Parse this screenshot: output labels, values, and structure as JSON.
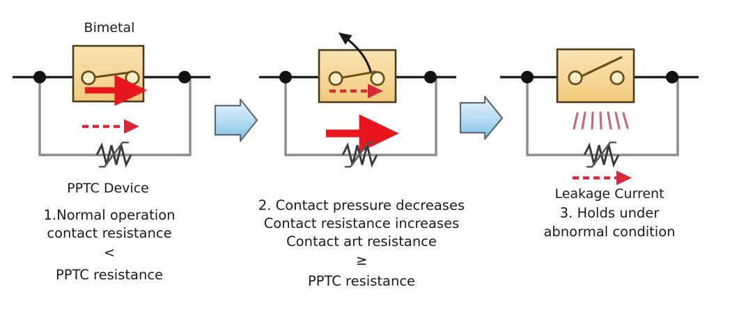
{
  "diagram": {
    "title_hidden": "",
    "panels": [
      {
        "id": "panel-normal",
        "top_label": "Bimetal",
        "device_label": "PPTC Device",
        "caption_lines": [
          "1.Normal operation",
          "contact resistance",
          "<",
          "PPTC resistance"
        ],
        "switch_state": "closed",
        "box_arrow": "solid-red-arrow",
        "pptc_arrow": "dashed-red-arrow"
      },
      {
        "id": "panel-pressure-decrease",
        "top_label": "",
        "device_label": "",
        "caption_lines": [
          "2. Contact pressure decreases",
          "Contact resistance increases",
          "Contact art resistance",
          "≥",
          "PPTC resistance"
        ],
        "switch_state": "lifting",
        "box_arrow": "dashed-red-arrow",
        "pptc_arrow": "solid-red-arrow",
        "motion_arrow": "curved-black-arrow"
      },
      {
        "id": "panel-hold",
        "top_label": "",
        "device_label": "Leakage Current",
        "caption_lines": [
          "3. Holds under",
          "abnormal condition"
        ],
        "switch_state": "open",
        "box_arrow": "heat-hatch-marks",
        "pptc_arrow": "dashed-red-arrow"
      }
    ],
    "transitions": [
      {
        "id": "transition-1-to-2",
        "icon": "block-arrow-right"
      },
      {
        "id": "transition-2-to-3",
        "icon": "block-arrow-right"
      }
    ],
    "colors": {
      "bimetal_fill_light": "#f7dfa8",
      "bimetal_fill_dark": "#f3c977",
      "bimetal_border": "#4a3a1c",
      "wire_black": "#111111",
      "wire_gray": "#8c8c8c",
      "red_arrow": "#e8171f",
      "dashed_red": "#d22a3a",
      "heat_mark": "#c8697a",
      "blue_arrow_light": "#cfe8f7",
      "blue_arrow_dark": "#7cc0e8",
      "blue_arrow_border": "#5b6b72",
      "contact_ring": "#6b4f18",
      "text": "#1a1a1a"
    }
  }
}
